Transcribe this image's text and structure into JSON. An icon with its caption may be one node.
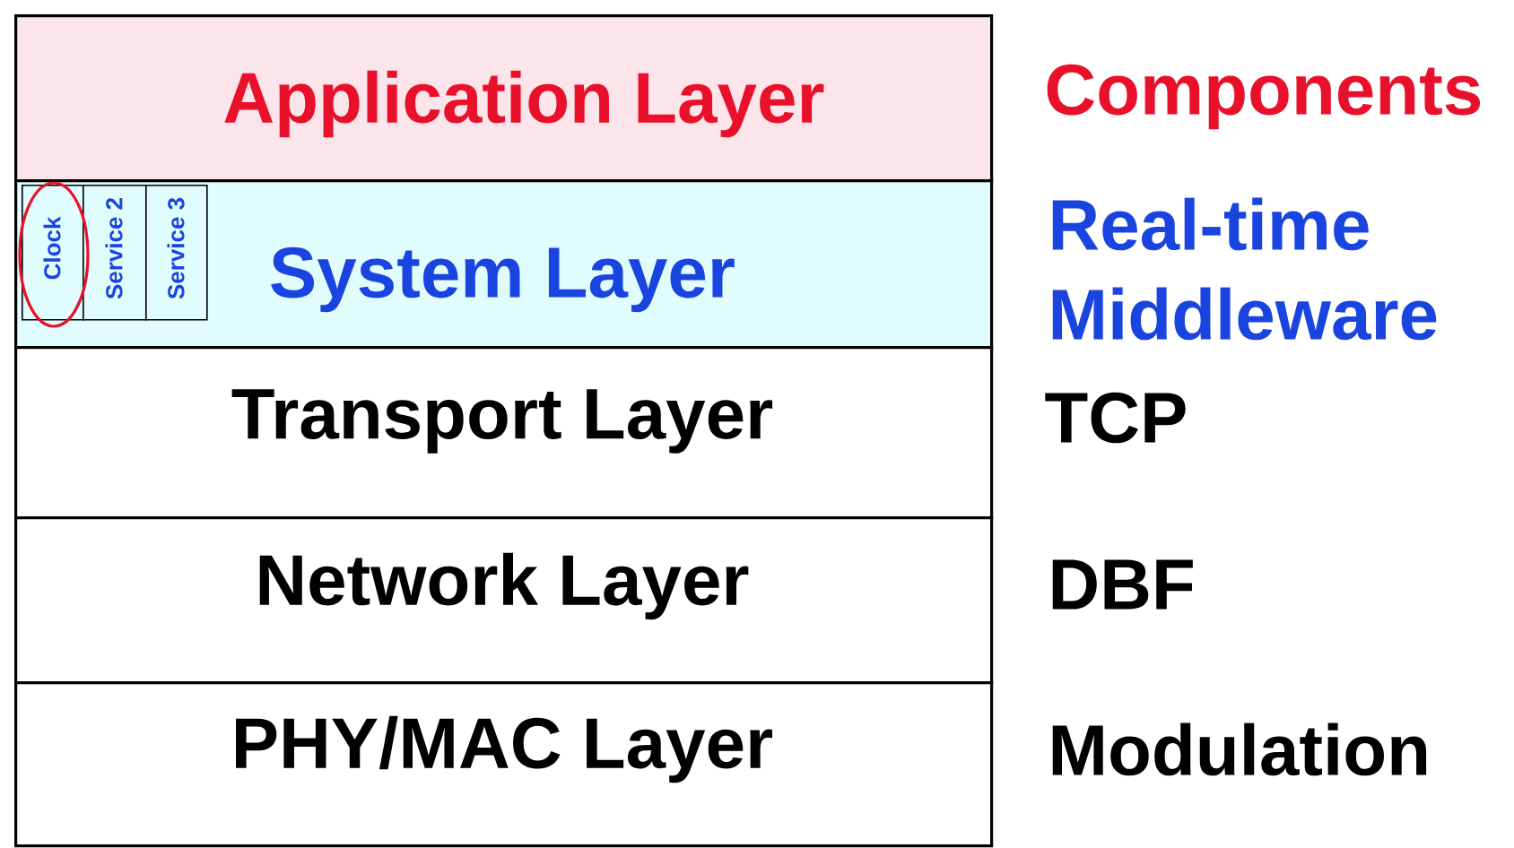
{
  "diagram": {
    "nodes": [
      {
        "text": [
          "Application Layer"
        ],
        "beside": [
          "Components"
        ]
      },
      {
        "text": [
          "System Layer"
        ],
        "beside": [
          "Real-time Middleware"
        ]
      },
      {
        "text": [
          "Clock"
        ],
        "in": 1
      },
      {
        "text": [
          "Service 2"
        ],
        "in": 1
      },
      {
        "text": [
          "Service 3"
        ],
        "in": 1
      },
      {
        "text": [
          "Transport Layer"
        ],
        "beside": [
          "TCP"
        ]
      },
      {
        "text": [
          "Network Layer"
        ],
        "beside": [
          "DBF"
        ]
      },
      {
        "text": [
          "PHY/MAC Layer"
        ],
        "beside": [
          "Modulation"
        ]
      }
    ]
  }
}
